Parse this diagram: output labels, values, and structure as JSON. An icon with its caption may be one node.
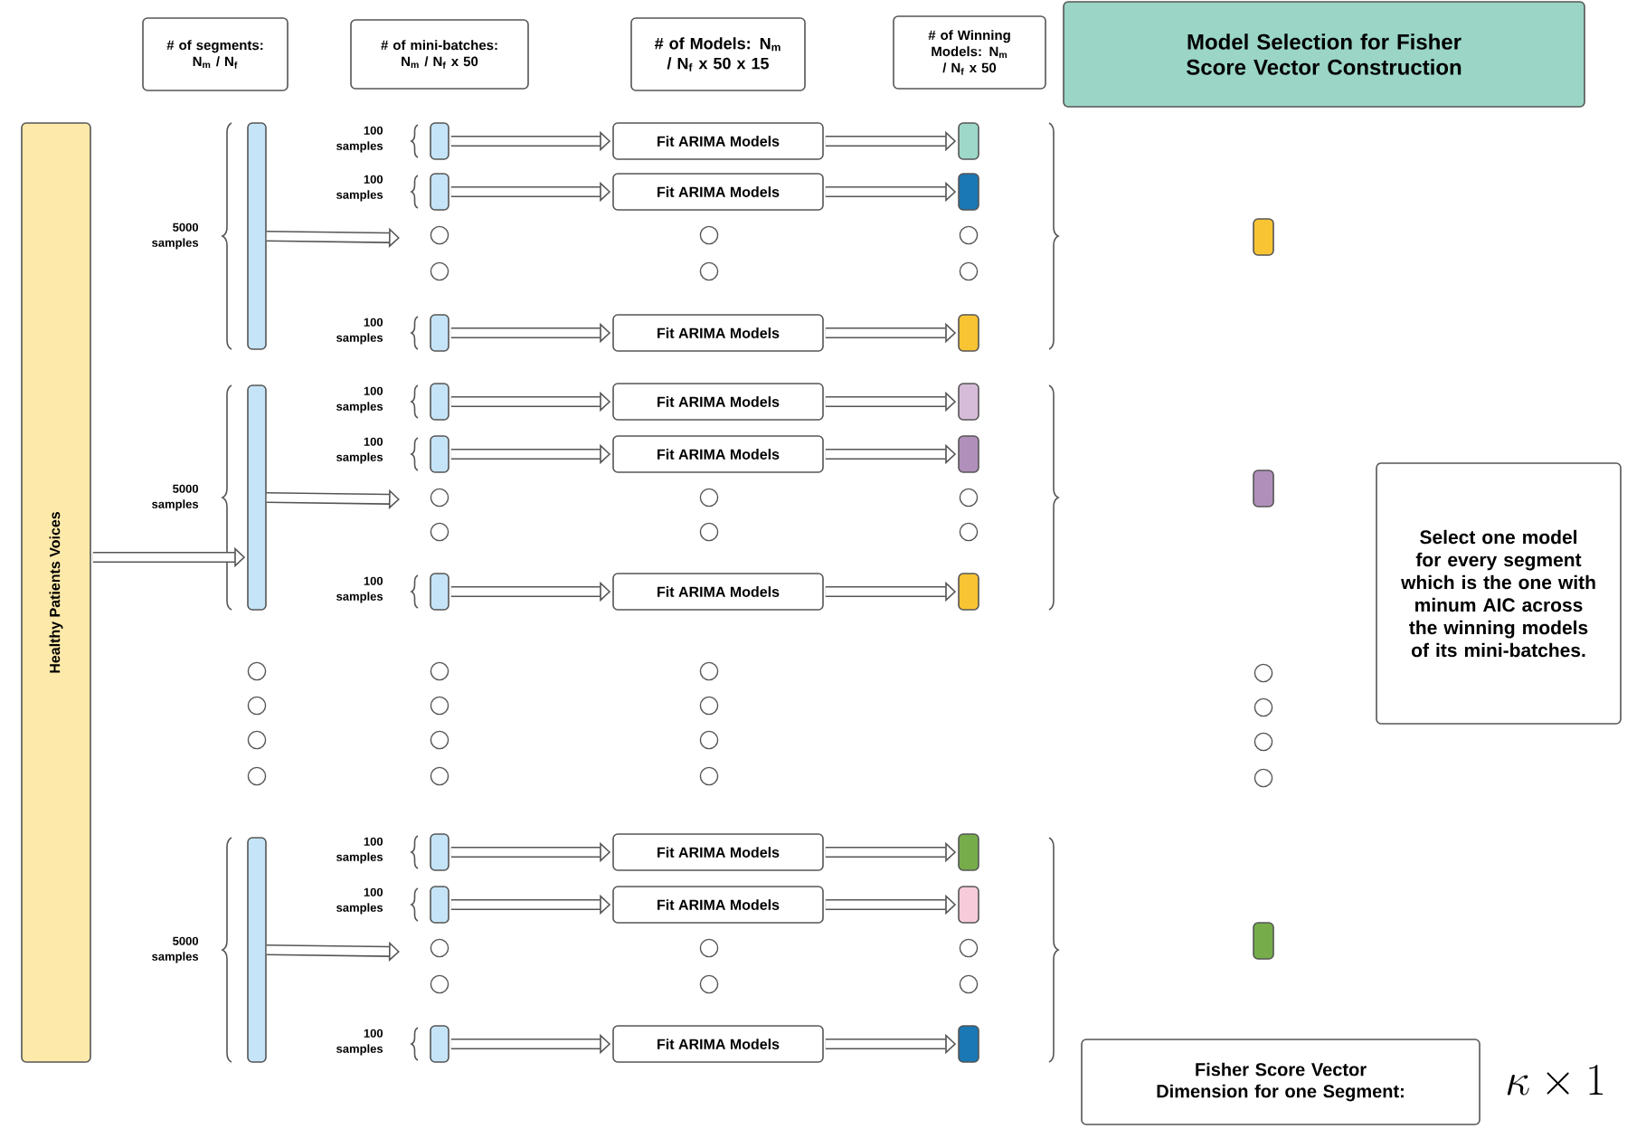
{
  "diagram": {
    "nodes": [
      {
        "text": [
          "# of segments: N$_{m}$ / N$_{f}$"
        ]
      },
      {
        "text": [
          "# of mini-batches: N$_{m}$ / N$_{f}$ x 50"
        ]
      },
      {
        "text": [
          "# of Models: N$_{m}$ / N$_{f}$ x 50 x 15"
        ]
      },
      {
        "text": [
          "# of Winning Models: N$_{m}$ / N$_{f}$ x 50"
        ]
      },
      {
        "text": [
          "Model Selection for Fisher Score Vector Construction"
        ]
      },
      {
        "text": [
          "Healthy Patients Voices"
        ]
      },
      {
        "text": [],
        "shape": "bar"
      },
      {
        "text": [],
        "shape": "bar"
      },
      {
        "text": [],
        "shape": "bar"
      },
      {
        "text": [],
        "shape": "bar"
      },
      {
        "text": [
          "Fit ARIMA Models"
        ]
      },
      {
        "text": [
          "Fit ARIMA Models"
        ]
      },
      {
        "text": [
          "Fit ARIMA Models"
        ]
      },
      {
        "text": [],
        "shape": "bar"
      },
      {
        "text": [],
        "shape": "bar"
      },
      {
        "text": [],
        "shape": "bar"
      },
      {
        "text": [],
        "shape": "bar"
      },
      {
        "text": [],
        "shape": "bar"
      },
      {
        "text": [],
        "shape": "bar"
      },
      {
        "text": [],
        "shape": "bar"
      },
      {
        "text": [],
        "shape": "bar"
      },
      {
        "text": [
          "Fit ARIMA Models"
        ]
      },
      {
        "text": [
          "Fit ARIMA Models"
        ]
      },
      {
        "text": [
          "Fit ARIMA Models"
        ]
      },
      {
        "text": [],
        "shape": "bar"
      },
      {
        "text": [],
        "shape": "bar"
      },
      {
        "text": [],
        "shape": "bar"
      },
      {
        "text": [],
        "shape": "bar"
      },
      {
        "text": [],
        "shape": "bar"
      },
      {
        "text": [],
        "shape": "bar"
      },
      {
        "text": [],
        "shape": "bar"
      },
      {
        "text": [],
        "shape": "bar"
      },
      {
        "text": [
          "Fit ARIMA Models"
        ]
      },
      {
        "text": [
          "Fit ARIMA Models"
        ]
      },
      {
        "text": [
          "Fit ARIMA Models"
        ]
      },
      {
        "text": [],
        "shape": "bar"
      },
      {
        "text": [],
        "shape": "bar"
      },
      {
        "text": [],
        "shape": "bar"
      },
      {
        "text": [],
        "shape": "bar"
      },
      {
        "text": [
          "Select one model for every segment which is the one with minum AIC across the winning models of its mini-batches."
        ]
      },
      {
        "text": [
          "Fisher Score Vector Dimension for one Segment:"
        ]
      }
    ],
    "edges": [
      {
        "from": 5,
        "to": 17,
        "arrow": "to"
      },
      {
        "from": 6,
        "to": null,
        "arrow": "to"
      },
      {
        "from": 7,
        "to": 10,
        "arrow": "to"
      },
      {
        "from": 8,
        "to": 11,
        "arrow": "to"
      },
      {
        "from": 9,
        "to": 12,
        "arrow": "to"
      },
      {
        "from": 10,
        "to": 13,
        "arrow": "to"
      },
      {
        "from": 11,
        "to": 14,
        "arrow": "to"
      },
      {
        "from": 12,
        "to": 15,
        "arrow": "to"
      },
      {
        "from": 17,
        "to": null,
        "arrow": "to"
      },
      {
        "from": 18,
        "to": 21,
        "arrow": "to"
      },
      {
        "from": 19,
        "to": 22,
        "arrow": "to"
      },
      {
        "from": 20,
        "to": 23,
        "arrow": "to"
      },
      {
        "from": 21,
        "to": 24,
        "arrow": "to"
      },
      {
        "from": 22,
        "to": 25,
        "arrow": "to"
      },
      {
        "from": 23,
        "to": 26,
        "arrow": "to"
      },
      {
        "from": 28,
        "to": null,
        "arrow": "to"
      },
      {
        "from": 29,
        "to": 32,
        "arrow": "to"
      },
      {
        "from": 30,
        "to": 33,
        "arrow": "to"
      },
      {
        "from": 31,
        "to": 34,
        "arrow": "to"
      },
      {
        "from": 32,
        "to": 35,
        "arrow": "to"
      },
      {
        "from": 33,
        "to": 36,
        "arrow": "to"
      },
      {
        "from": 34,
        "to": 37,
        "arrow": "to"
      }
    ],
    "labels": [
      "100 samples",
      "100 samples",
      "5000 samples",
      "100 samples",
      "100 samples",
      "100 samples",
      "5000 samples",
      "100 samples",
      "100 samples",
      "100 samples",
      "5000 samples",
      "100 samples",
      "\\kappa \\times 1"
    ]
  }
}
